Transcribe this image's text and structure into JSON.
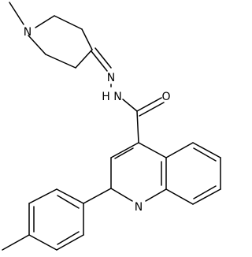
{
  "molecule": {
    "atoms": {
      "piperidine_n": "N",
      "hydrazone_n1": "N",
      "hydrazone_nh": "H N",
      "carbonyl_o": "O",
      "quinoline_n": "N"
    }
  },
  "colors": {
    "bond": "#000000",
    "label": "#000000",
    "background": "#ffffff"
  }
}
